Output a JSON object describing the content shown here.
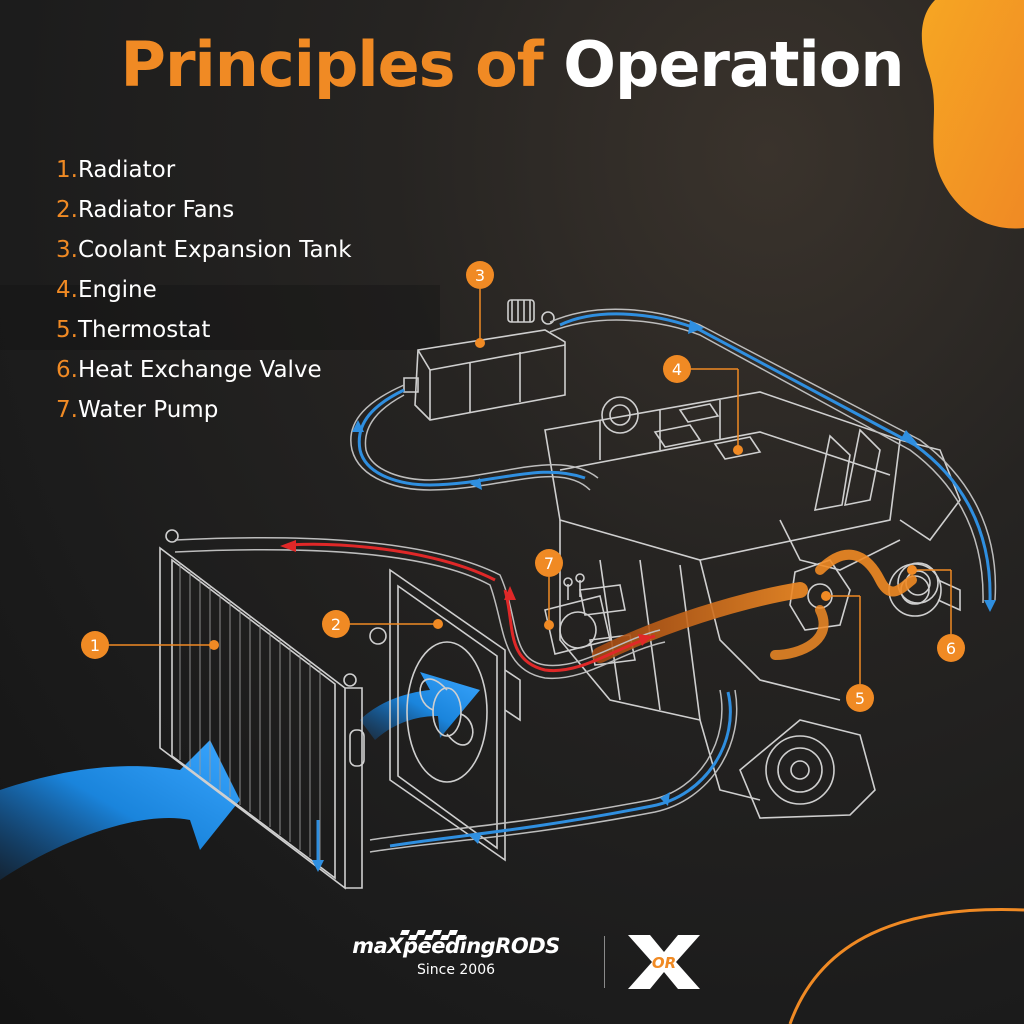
{
  "title": {
    "part1": "Principles of",
    "part2": "Operation"
  },
  "components": [
    {
      "number": "1.",
      "label": "Radiator"
    },
    {
      "number": "2.",
      "label": "Radiator Fans"
    },
    {
      "number": "3.",
      "label": "Coolant Expansion Tank"
    },
    {
      "number": "4.",
      "label": "Engine"
    },
    {
      "number": "5.",
      "label": "Thermostat"
    },
    {
      "number": "6.",
      "label": "Heat Exchange Valve"
    },
    {
      "number": "7.",
      "label": "Water Pump"
    }
  ],
  "callouts": [
    "1",
    "2",
    "3",
    "4",
    "5",
    "6",
    "7"
  ],
  "brand": {
    "name": "maXpeedingRODS",
    "since": "Since 2006",
    "logo_mark": "OR"
  },
  "colors": {
    "accent": "#f08a24",
    "cold_flow": "#2f8fe0",
    "hot_flow": "#e02828",
    "line_art": "#cfcfcf"
  }
}
